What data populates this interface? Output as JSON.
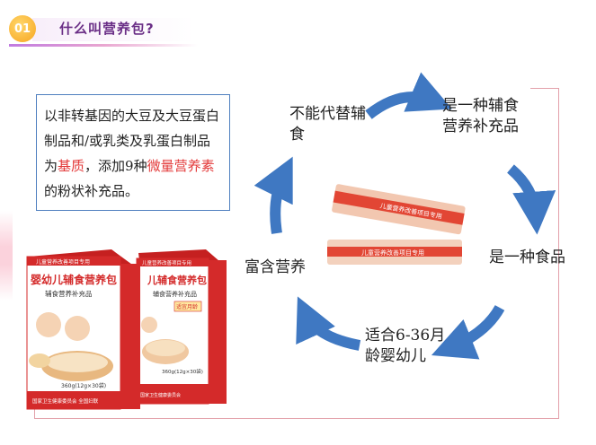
{
  "header": {
    "number": "01",
    "title": "什么叫营养包?"
  },
  "definition": {
    "part1": "以非转基因的大豆及大豆蛋白制品和/或乳类及乳蛋白制品为",
    "highlight1": "基质",
    "part2": "，添加9种",
    "highlight2": "微量营养素",
    "part3": "的粉状补充品。"
  },
  "cycle": {
    "not_replacement": "不能代替辅食",
    "supplement": "是一种辅食营养补充品",
    "food": "是一种食品",
    "age_range": "适合6-36月龄婴幼儿",
    "nutrition": "富含营养"
  },
  "box_front": {
    "top_banner": "儿童营养改善项目专用",
    "product_name": "婴幼儿辅食营养包",
    "subtitle": "辅食营养补充品",
    "net_weight": "360g(12g×30袋)",
    "footer": "国家卫生健康委员会  全国妇联"
  },
  "box_back": {
    "top_banner": "儿童营养改善项目专用",
    "product_name": "儿辅食营养包",
    "subtitle": "辅食营养补充品",
    "badge": "适宜月龄",
    "net_weight": "360g(12g×30袋)",
    "footer": "国家卫生健康委员会"
  },
  "sachets": {
    "label": "儿童营养改善项目专用"
  },
  "colors": {
    "accent_purple": "#6a2e86",
    "highlight_red": "#e33a3a",
    "arrow_blue": "#3f78c2",
    "box_red": "#d42a2a",
    "frame_pink": "#e3a0aa"
  }
}
